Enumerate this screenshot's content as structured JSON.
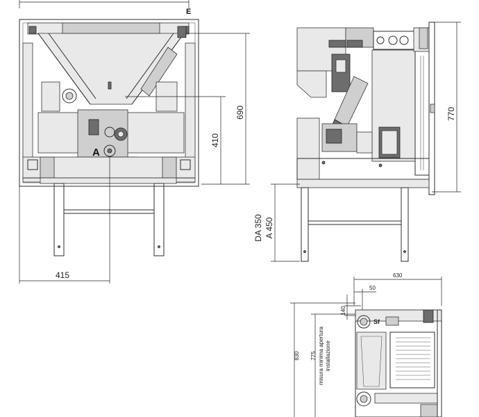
{
  "labels": {
    "E": "E",
    "A": "A",
    "Sf": "Sf"
  },
  "dimensions": {
    "front_height_690": "690",
    "front_height_410": "410",
    "front_width_415": "415",
    "side_height_770": "770",
    "side_leg_da": "DA 350",
    "side_leg_a": "A  450",
    "top_width_630": "630",
    "top_offset_50": "50",
    "top_offset_140": "140",
    "top_depth_830": "830",
    "top_depth_775": "775",
    "top_note_line1": "misura minima apertura",
    "top_note_line2": "installazione"
  }
}
